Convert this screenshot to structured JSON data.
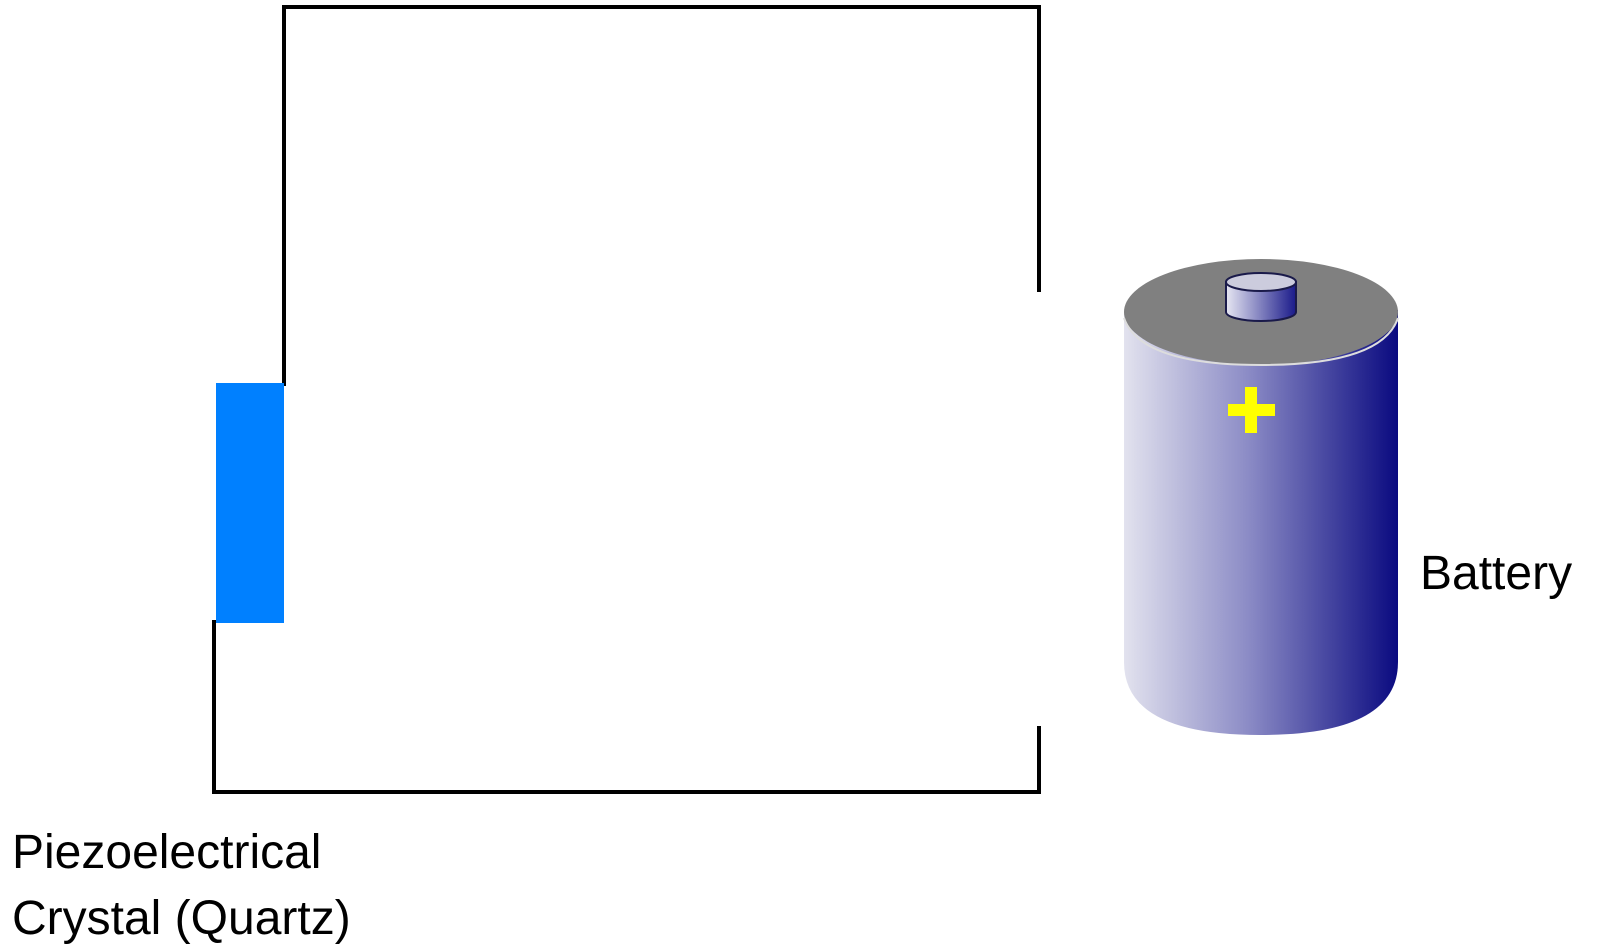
{
  "labels": {
    "crystal_line1": "Piezoelectrical",
    "crystal_line2": "Crystal (Quartz)",
    "battery": "Battery"
  },
  "battery": {
    "polarity_symbol": "+"
  },
  "colors": {
    "wire": "#000000",
    "crystal": "#0080ff",
    "battery_cap": "#808080",
    "battery_body_light": "#e2e2ee",
    "battery_body_dark": "#0a0a80",
    "plus_sign": "#ffff00"
  }
}
